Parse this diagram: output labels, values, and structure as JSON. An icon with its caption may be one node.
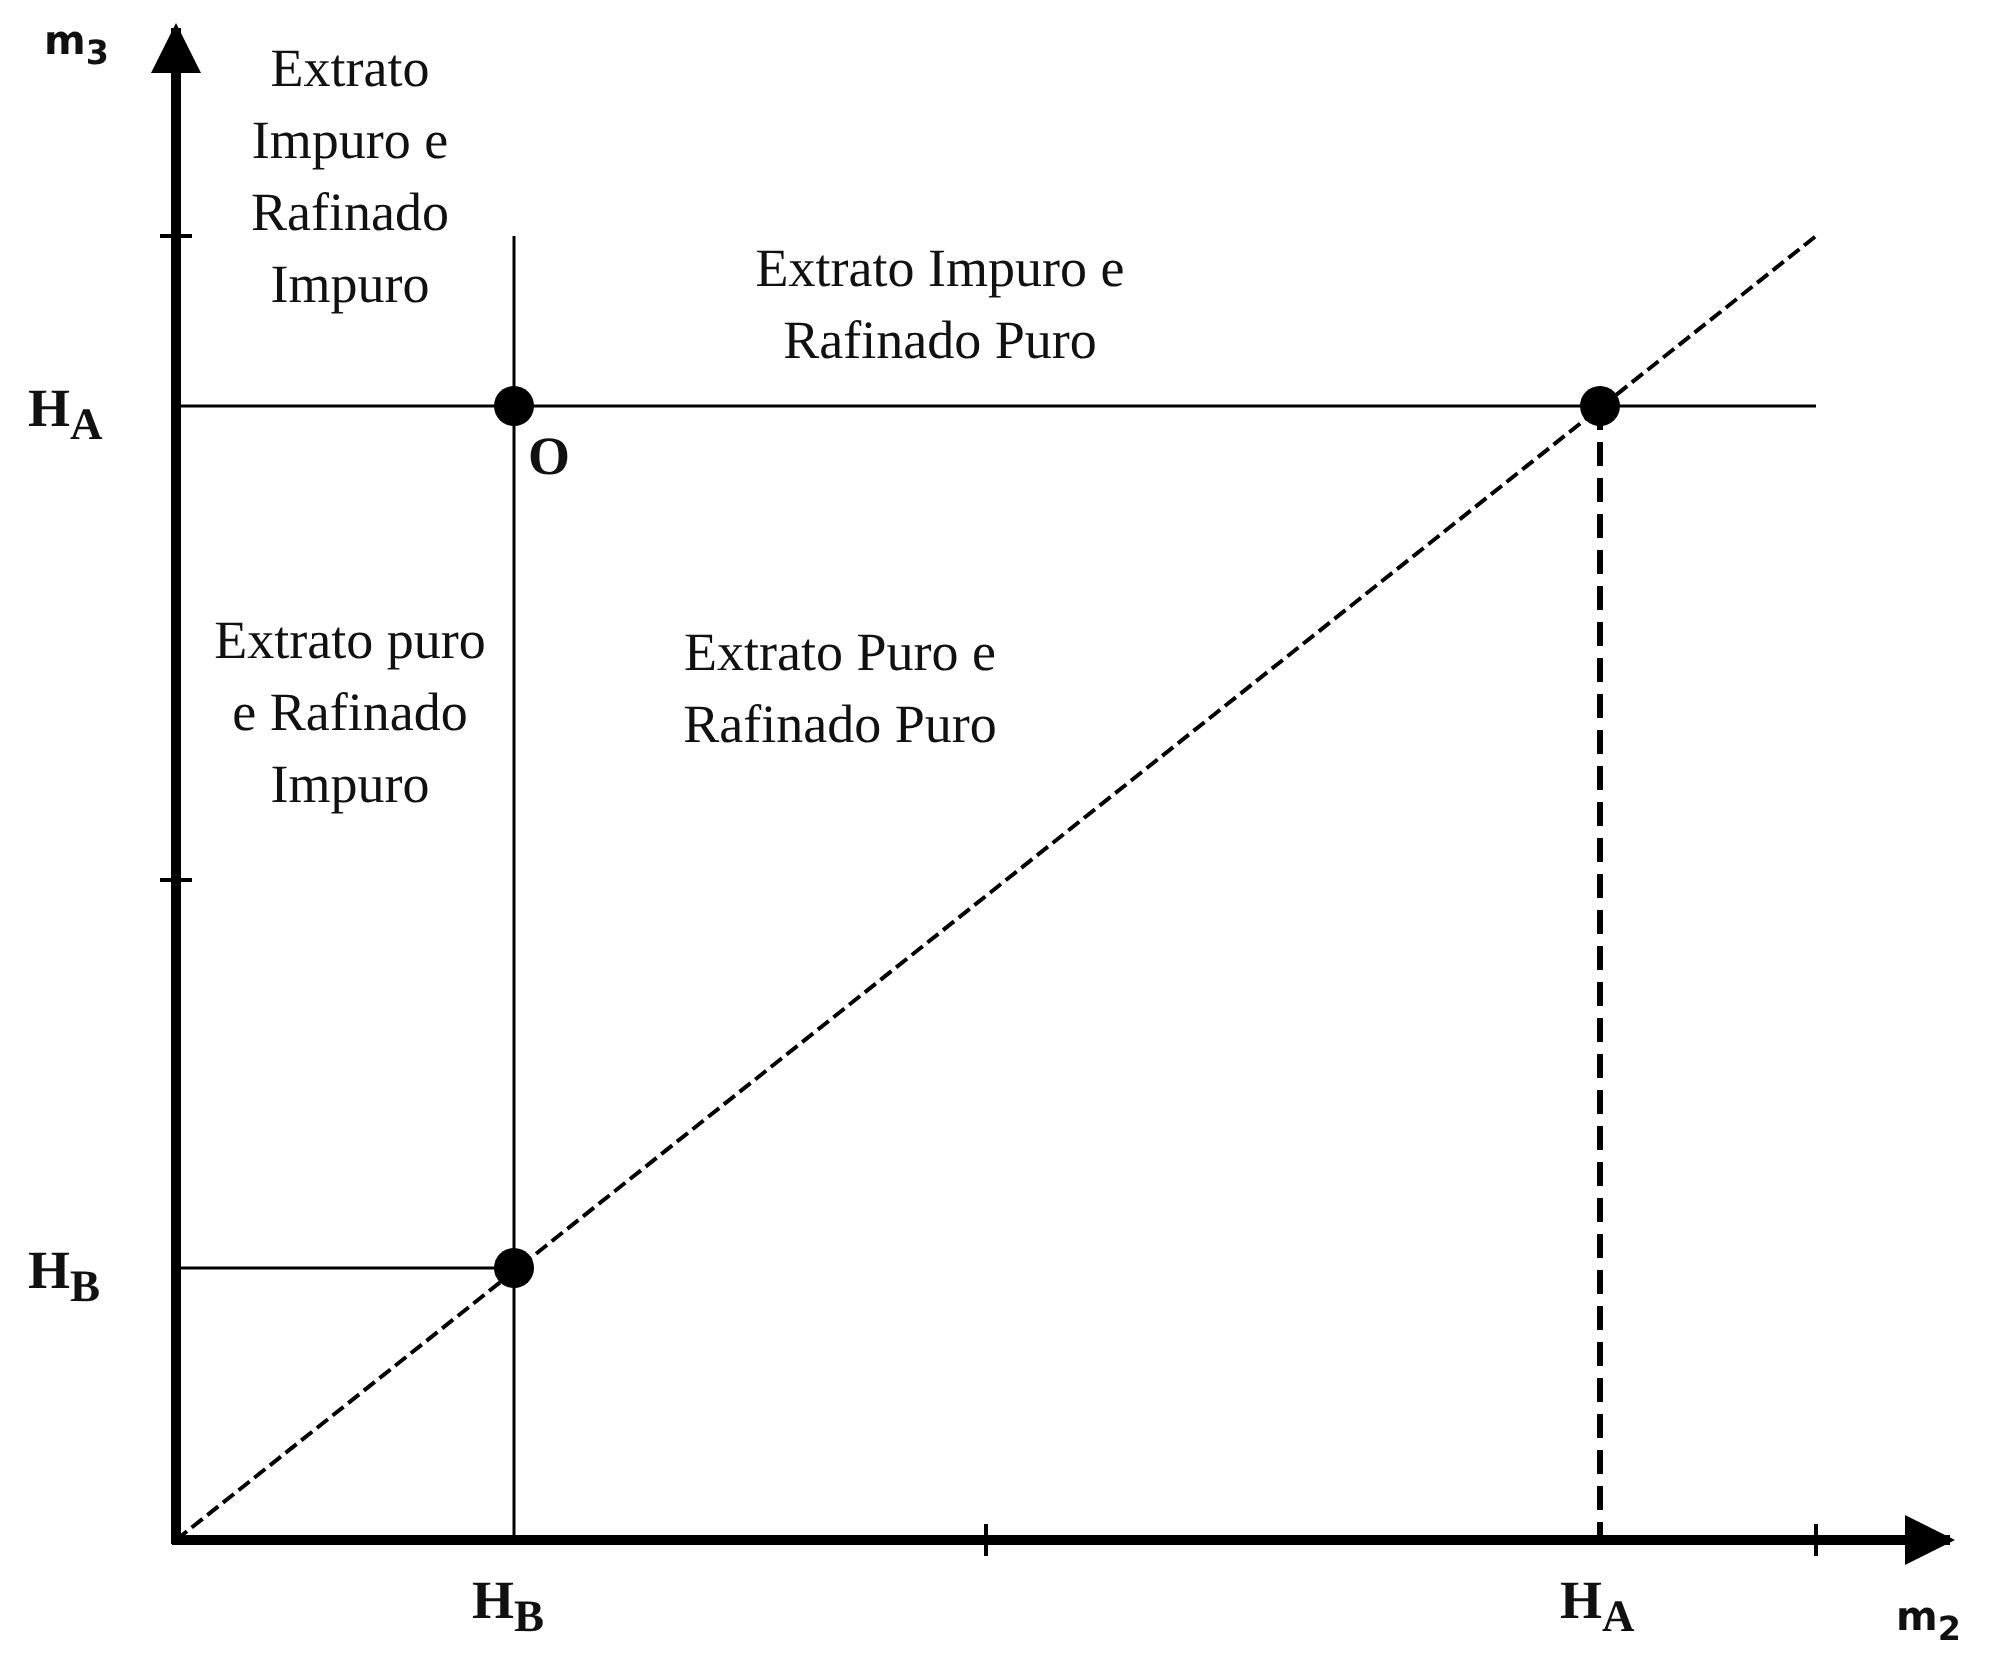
{
  "diagram": {
    "labels": [
      "m$_{3}$",
      "Extrato Impuro e Rafinado Impuro",
      "Extrato Impuro e Rafinado Puro",
      "H$_{A}$",
      "O",
      "Extrato puro e Rafinado Impuro",
      "Extrato Puro e Rafinado Puro",
      "H$_{B}$",
      "H$_{B}$",
      "H$_{A}$",
      "m$_{2}$"
    ]
  }
}
